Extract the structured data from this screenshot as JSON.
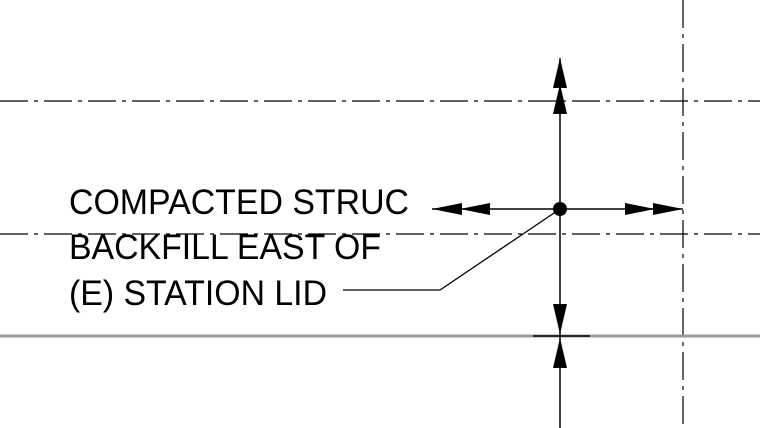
{
  "note": {
    "line1": "COMPACTED STRUC",
    "line2": "BACKFILL EAST OF",
    "line3": "(E) STATION LID"
  },
  "colors": {
    "ink": "#000000",
    "grade_line": "#9a9a9a",
    "background": "#ffffff"
  }
}
